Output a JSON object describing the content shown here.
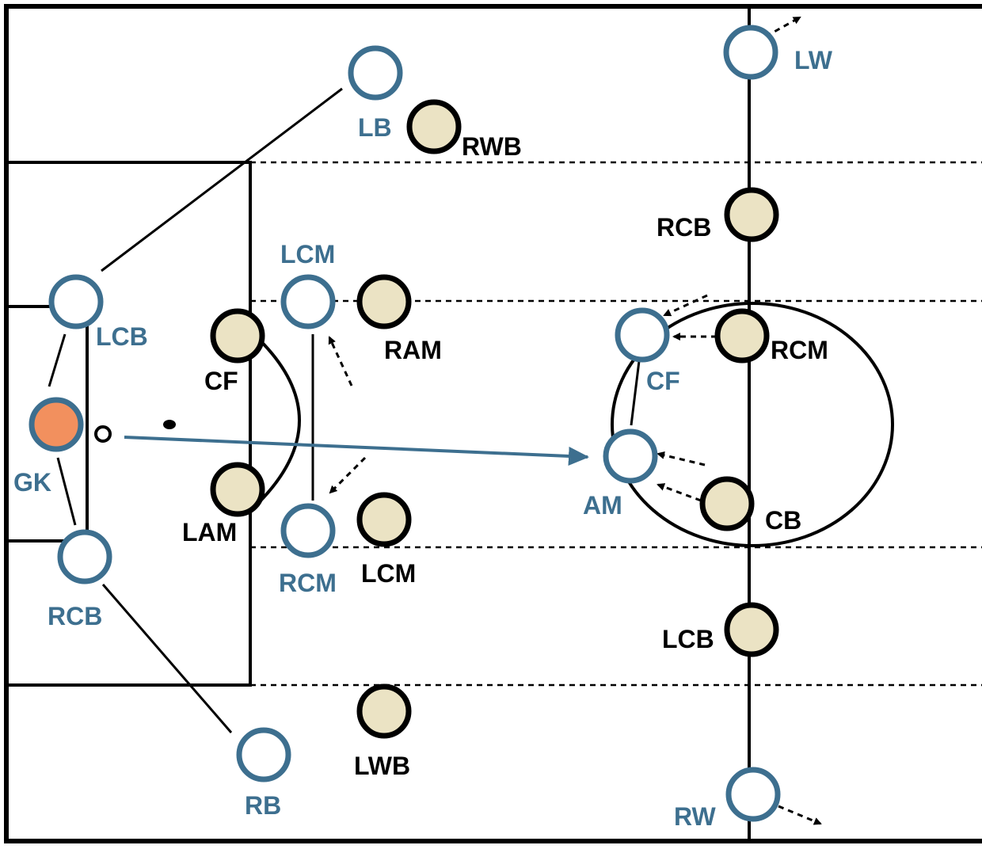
{
  "colors": {
    "team_a": "#3d6f8f",
    "team_b_fill": "#ebe3c4",
    "team_b_outline": "#000000",
    "goalkeeper": "#f2905e",
    "pass_arrow": "#3d6f8f"
  },
  "team_a_labels": {
    "lw": "LW",
    "lb": "LB",
    "lcm": "LCM",
    "lcb": "LCB",
    "gk": "GK",
    "rcb": "RCB",
    "rcm": "RCM",
    "rb": "RB",
    "cf": "CF",
    "am": "AM",
    "rw": "RW"
  },
  "team_b_labels": {
    "rwb": "RWB",
    "rcb": "RCB",
    "ram": "RAM",
    "cf": "CF",
    "lam": "LAM",
    "lcm": "LCM",
    "lwb": "LWB",
    "rcm": "RCM",
    "cb": "CB",
    "lcb": "LCB"
  }
}
